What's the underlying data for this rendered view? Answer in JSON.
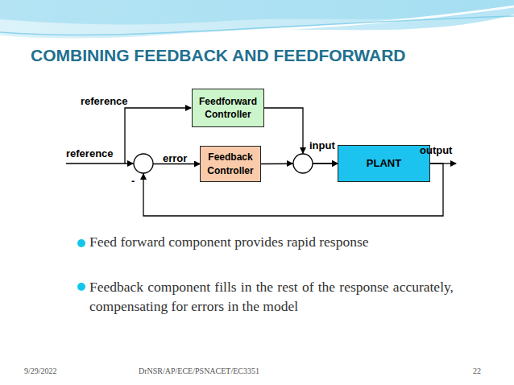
{
  "diagram": {
    "title": "COMBINING FEEDBACK AND FEEDFORWARD",
    "nodes": [
      {
        "text": [
          "Feedforward Controller"
        ]
      },
      {
        "text": [
          "Feedback Controller"
        ]
      },
      {
        "text": [
          "PLANT"
        ]
      }
    ],
    "edges": [
      {
        "from": 0,
        "to": 2,
        "arrow": "to"
      },
      {
        "from": 1,
        "to": 2,
        "arrow": "to"
      },
      {
        "from": 2,
        "to": 1,
        "arrow": "to"
      }
    ],
    "labels": [
      "reference",
      "reference",
      "error",
      "input",
      "output",
      "-",
      "Feed forward component provides rapid response",
      "Feedback component fills in the rest of the response accurately, compensating for errors in the model",
      "9/29/2022",
      "DrNSR/AP/ECE/PSNACET/EC3351",
      "22"
    ]
  }
}
